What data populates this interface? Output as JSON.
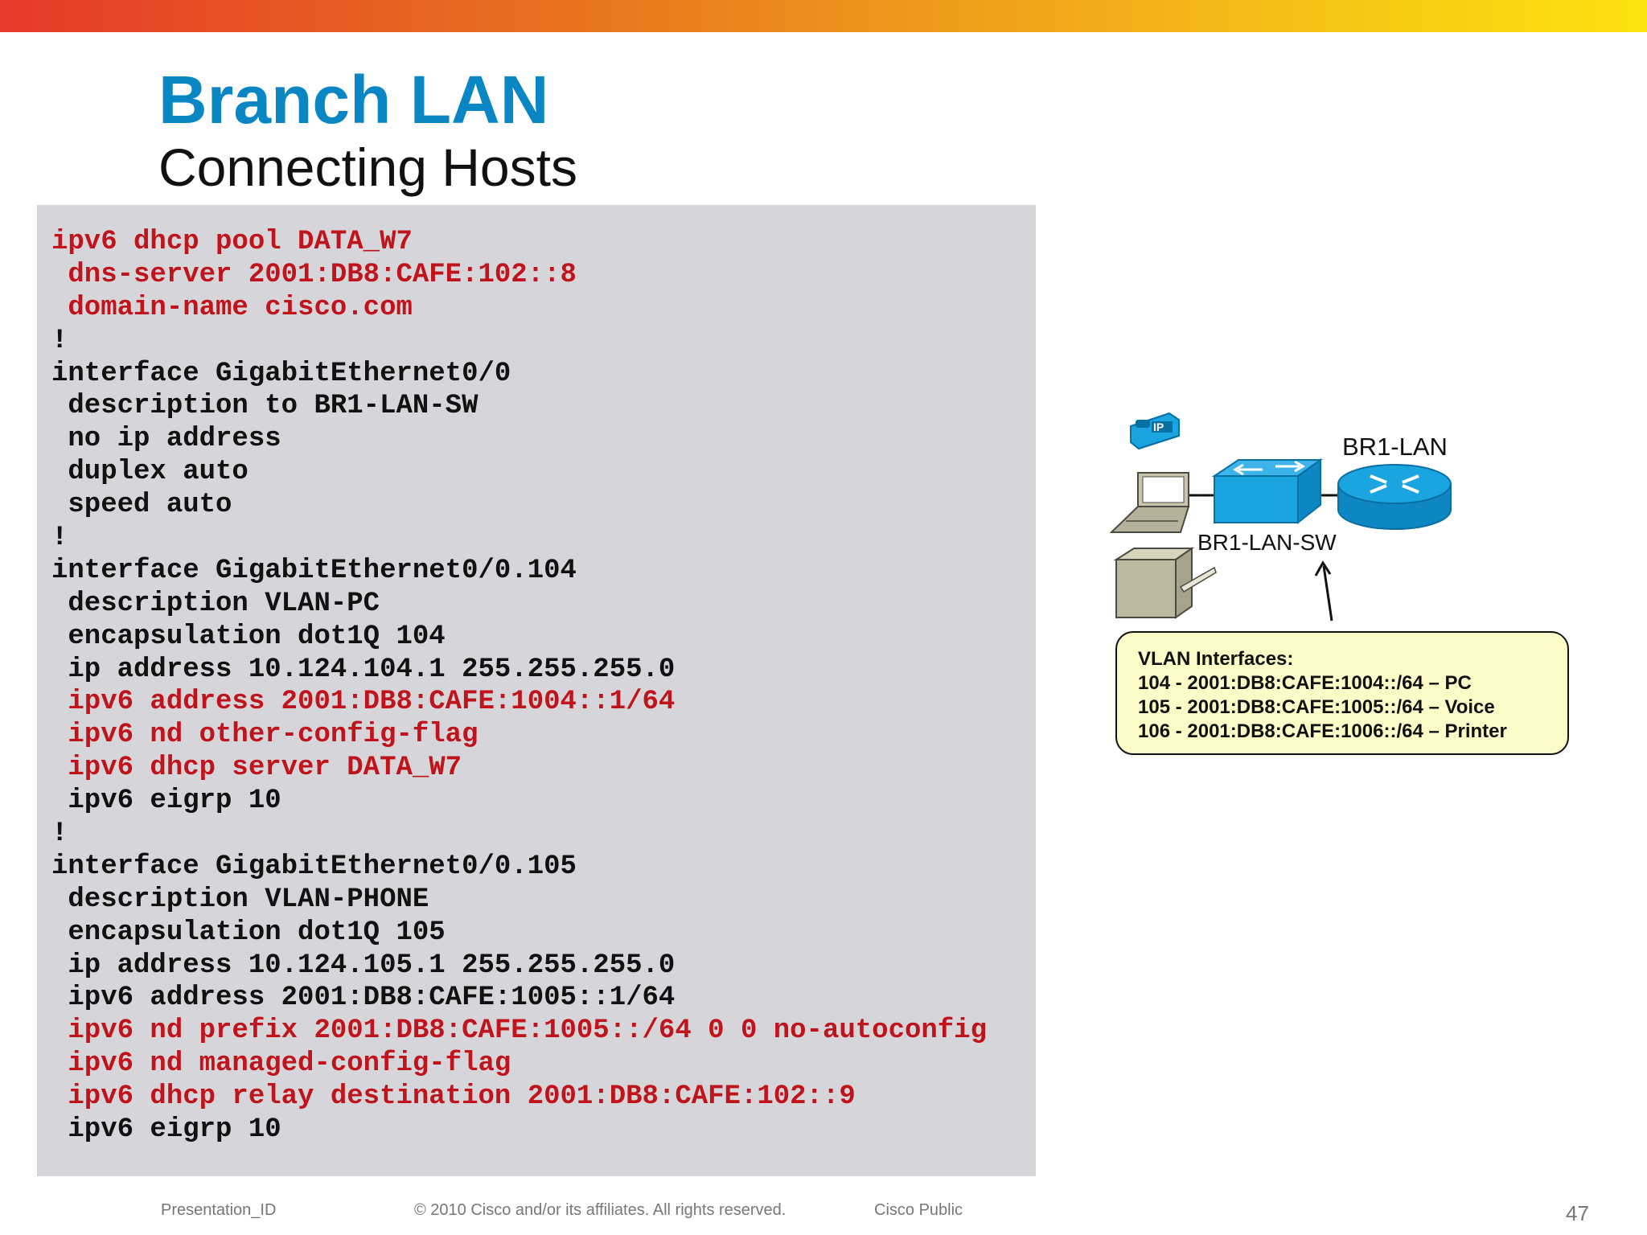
{
  "slide": {
    "title": "Branch LAN",
    "subtitle": "Connecting Hosts"
  },
  "colors": {
    "title": "#0a86c5",
    "code_red": "#c0141c",
    "code_black": "#111111",
    "code_panel": "#d6d5d9",
    "callout_fill": "#fdfcc8",
    "device_blue": "#1aa4e0"
  },
  "code": {
    "lines": [
      {
        "text": "ipv6 dhcp pool DATA_W7",
        "red": true
      },
      {
        "text": " dns-server 2001:DB8:CAFE:102::8",
        "red": true
      },
      {
        "text": " domain-name cisco.com",
        "red": true
      },
      {
        "text": "!",
        "red": false
      },
      {
        "text": "interface GigabitEthernet0/0",
        "red": false
      },
      {
        "text": " description to BR1-LAN-SW",
        "red": false
      },
      {
        "text": " no ip address",
        "red": false
      },
      {
        "text": " duplex auto",
        "red": false
      },
      {
        "text": " speed auto",
        "red": false
      },
      {
        "text": "!",
        "red": false
      },
      {
        "text": "interface GigabitEthernet0/0.104",
        "red": false
      },
      {
        "text": " description VLAN-PC",
        "red": false
      },
      {
        "text": " encapsulation dot1Q 104",
        "red": false
      },
      {
        "text": " ip address 10.124.104.1 255.255.255.0",
        "red": false
      },
      {
        "text": " ipv6 address 2001:DB8:CAFE:1004::1/64",
        "red": true
      },
      {
        "text": " ipv6 nd other-config-flag",
        "red": true
      },
      {
        "text": " ipv6 dhcp server DATA_W7",
        "red": true
      },
      {
        "text": " ipv6 eigrp 10",
        "red": false
      },
      {
        "text": "!",
        "red": false
      },
      {
        "text": "interface GigabitEthernet0/0.105",
        "red": false
      },
      {
        "text": " description VLAN-PHONE",
        "red": false
      },
      {
        "text": " encapsulation dot1Q 105",
        "red": false
      },
      {
        "text": " ip address 10.124.105.1 255.255.255.0",
        "red": false
      },
      {
        "text": " ipv6 address 2001:DB8:CAFE:1005::1/64",
        "red": false
      },
      {
        "text": " ipv6 nd prefix 2001:DB8:CAFE:1005::/64 0 0 no-autoconfig",
        "red": true
      },
      {
        "text": " ipv6 nd managed-config-flag",
        "red": true
      },
      {
        "text": " ipv6 dhcp relay destination 2001:DB8:CAFE:102::9",
        "red": true
      },
      {
        "text": " ipv6 eigrp 10",
        "red": false
      }
    ]
  },
  "diagram": {
    "router_label": "BR1-LAN",
    "switch_label": "BR1-LAN-SW",
    "phone_badge": "IP",
    "icons": [
      "ip-phone-icon",
      "laptop-icon",
      "switch-icon",
      "router-icon",
      "printer-icon"
    ],
    "callout": {
      "heading": "VLAN Interfaces:",
      "lines": [
        "104 - 2001:DB8:CAFE:1004::/64 – PC",
        "105 - 2001:DB8:CAFE:1005::/64 – Voice",
        "106 - 2001:DB8:CAFE:1006::/64 – Printer"
      ]
    }
  },
  "footer": {
    "presentation_id": "Presentation_ID",
    "copyright": "© 2010 Cisco and/or its affiliates. All rights reserved.",
    "classification": "Cisco Public",
    "page_number": "47"
  }
}
